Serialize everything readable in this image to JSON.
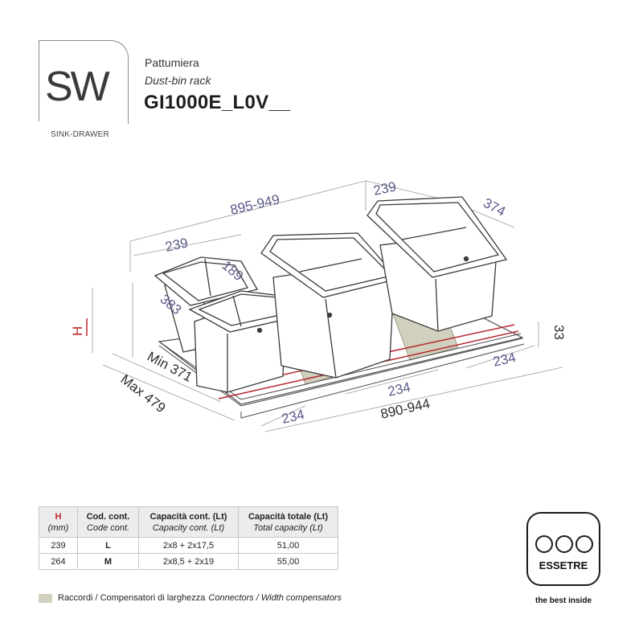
{
  "header": {
    "logo": "SW",
    "logo_subtitle": "SINK-DRAWER",
    "title_it": "Pattumiera",
    "title_en": "Dust-bin rack",
    "product_code": "GI1000E_L0V__"
  },
  "dimensions": {
    "overall_width": "895-949",
    "top_left_width": "239",
    "top_right_width": "239",
    "right_depth": "374",
    "small_bin_depth": "189",
    "left_bin_depth": "383",
    "height_label": "H",
    "min_depth": "Min 371",
    "max_depth": "Max 479",
    "base_height": "33",
    "front_bin_width": "234",
    "middle_bin_width": "234",
    "right_bin_width": "234",
    "base_width": "890-944"
  },
  "table": {
    "headers": [
      {
        "main": "H",
        "sub": "(mm)"
      },
      {
        "main": "Cod. cont.",
        "sub": "Code cont."
      },
      {
        "main": "Capacità cont. (Lt)",
        "sub": "Capacity cont. (Lt)"
      },
      {
        "main": "Capacità totale (Lt)",
        "sub": "Total capacity (Lt)"
      }
    ],
    "rows": [
      {
        "h": "239",
        "code": "L",
        "capacity": "2x8 + 2x17,5",
        "total": "51,00"
      },
      {
        "h": "264",
        "code": "M",
        "capacity": "2x8,5 + 2x19",
        "total": "55,00"
      }
    ]
  },
  "legend": {
    "label_it": "Raccordi / Compensatori di larghezza",
    "label_en": "Connectors / Width compensators",
    "swatch_color": "#d1cfbd"
  },
  "brand": {
    "name": "ESSETRE",
    "tagline": "the best inside"
  },
  "colors": {
    "dimension_text": "#5a5a8a",
    "height_marker": "#c0272d",
    "rail_red": "#b5262b"
  }
}
